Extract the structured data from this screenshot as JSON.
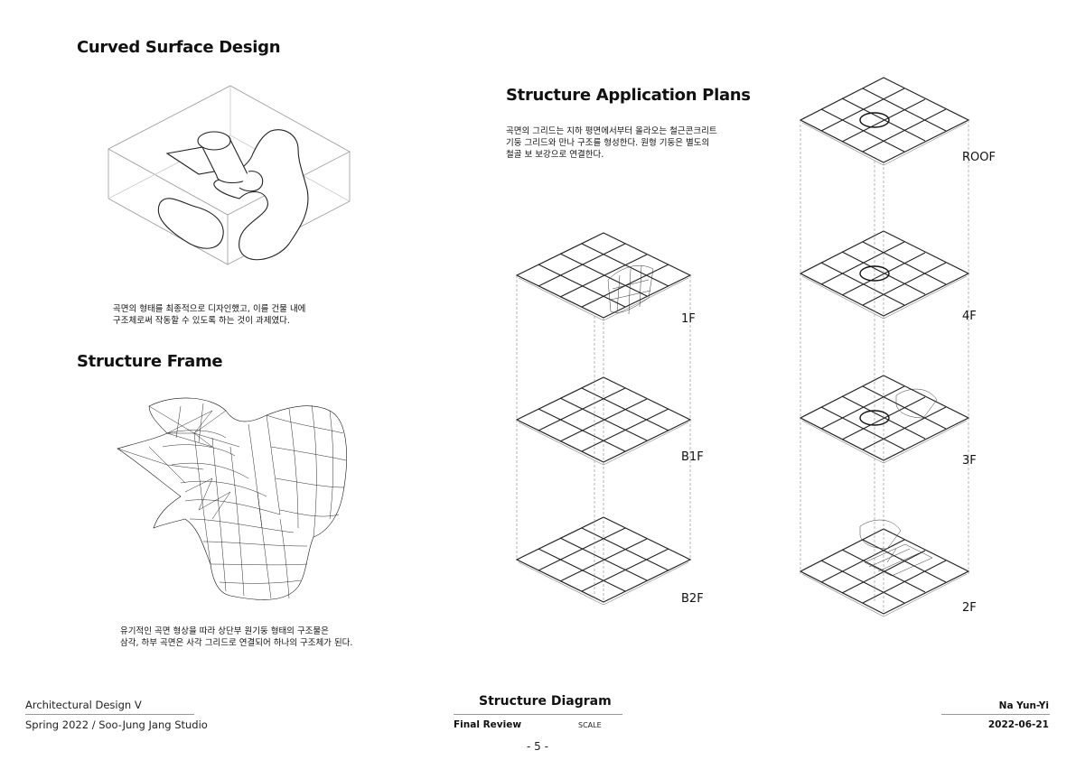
{
  "sections": {
    "curved_title": "Curved Surface Design",
    "curved_caption": [
      "곡면의 형태를 최종적으로 디자인했고, 이를 건물 내에",
      "구조체로써 작동할 수 있도록 하는 것이 과제였다."
    ],
    "frame_title": "Structure Frame",
    "frame_caption": [
      "유기적인 곡면 형상을 따라 상단부 원기둥 형태의 구조물은",
      "삼각, 하부 곡면은 사각 그리드로 연결되어 하나의 구조체가 된다."
    ],
    "plans_title": "Structure Application Plans",
    "plans_caption": [
      "곡면의 그리드는 지하 평면에서부터 올라오는 철근콘크리트",
      "기둥 그리드와 만나 구조를 형성한다. 원형 기둥은 별도의",
      "철골 보 보강으로 연결한다."
    ]
  },
  "floors": {
    "left": [
      "1F",
      "B1F",
      "B2F"
    ],
    "right": [
      "ROOF",
      "4F",
      "3F",
      "2F"
    ]
  },
  "footer": {
    "course": "Architectural Design V",
    "term_studio": "Spring 2022 / Soo-Jung Jang Studio",
    "sheet_title": "Structure Diagram",
    "review": "Final Review",
    "scale_label": "SCALE",
    "author": "Na Yun-Yi",
    "date": "2022-06-21",
    "page": "- 5 -"
  }
}
